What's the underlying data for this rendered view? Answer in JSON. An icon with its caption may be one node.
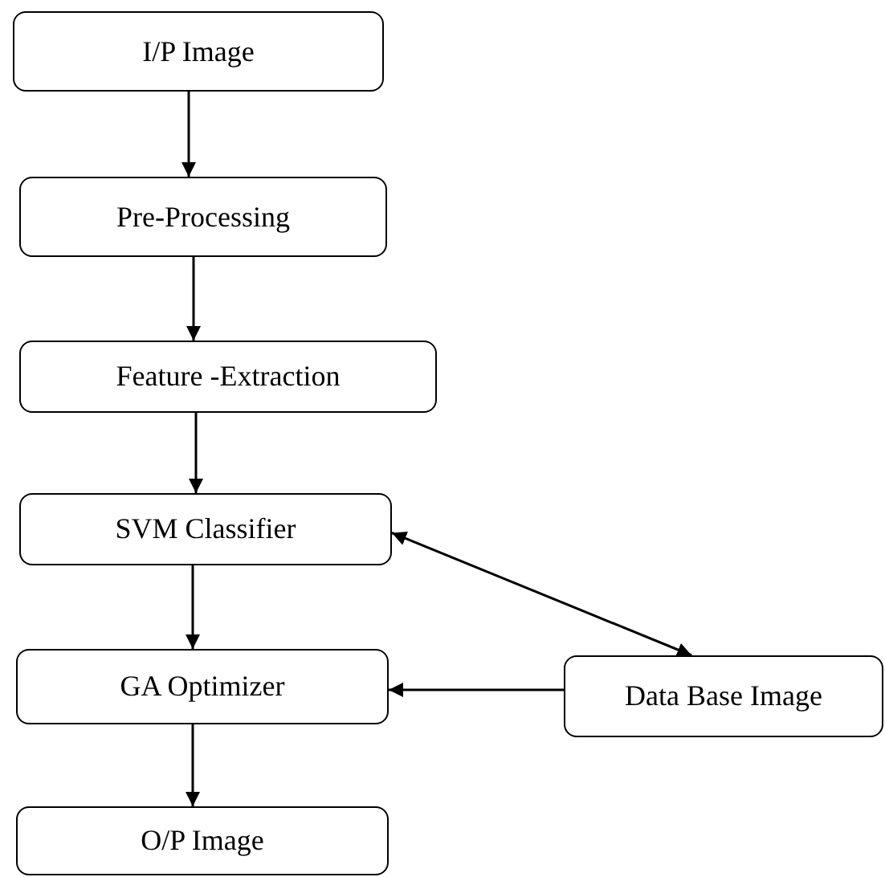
{
  "diagram": {
    "nodes": [
      {
        "text": [
          "I/P Image"
        ]
      },
      {
        "text": [
          "Pre-Processing"
        ]
      },
      {
        "text": [
          "Feature -Extraction"
        ]
      },
      {
        "text": [
          "SVM Classifier"
        ]
      },
      {
        "text": [
          "GA Optimizer"
        ]
      },
      {
        "text": [
          "Data Base Image"
        ]
      },
      {
        "text": [
          "O/P Image"
        ]
      }
    ],
    "edges": [
      {
        "from": 0,
        "to": 1,
        "arrow": "to"
      },
      {
        "from": 1,
        "to": 2,
        "arrow": "to"
      },
      {
        "from": 2,
        "to": 3,
        "arrow": "to"
      },
      {
        "from": 3,
        "to": 4,
        "arrow": "to"
      },
      {
        "from": 4,
        "to": 6,
        "arrow": "to"
      },
      {
        "from": 3,
        "to": 5,
        "arrow": "both"
      },
      {
        "from": 5,
        "to": 4,
        "arrow": "to"
      }
    ]
  }
}
